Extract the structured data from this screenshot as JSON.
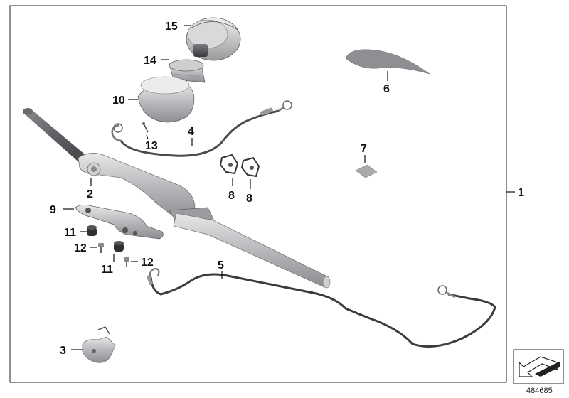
{
  "diagram": {
    "labels": {
      "l1": "1",
      "l2": "2",
      "l3": "3",
      "l4": "4",
      "l5": "5",
      "l6": "6",
      "l7": "7",
      "l8a": "8",
      "l8b": "8",
      "l9": "9",
      "l10": "10",
      "l11a": "11",
      "l11b": "11",
      "l12a": "12",
      "l12b": "12",
      "l13": "13",
      "l14": "14",
      "l15": "15"
    },
    "diagram_number": "484685",
    "icon": "diagram-direction-arrow-icon"
  }
}
